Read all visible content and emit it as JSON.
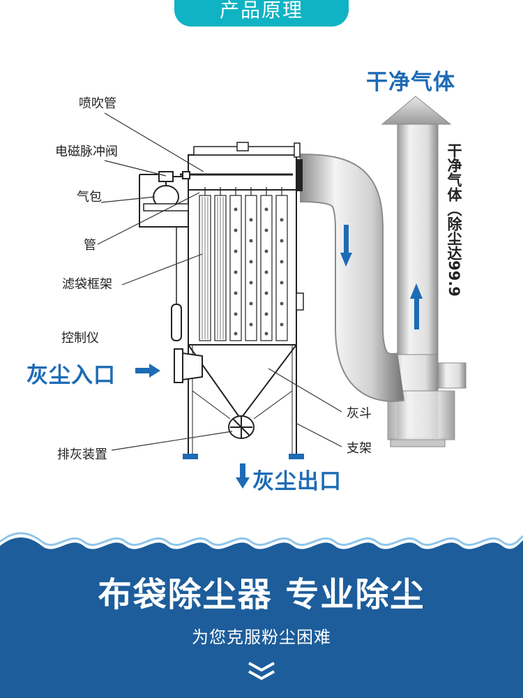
{
  "header": {
    "title": "产品原理"
  },
  "labels": {
    "spray_pipe": "喷吹管",
    "pulse_valve": "电磁脉冲阀",
    "air_bag": "气包",
    "pipe": "管",
    "bag_frame": "滤袋框架",
    "controller": "控制仪",
    "dust_inlet": "灰尘入口",
    "clean_gas": "干净气体",
    "clean_gas_vertical": "干净气体（除尘达99.9",
    "hopper": "灰斗",
    "support": "支架",
    "discharge": "排灰装置",
    "dust_outlet": "灰尘出口"
  },
  "banner": {
    "headline": "布袋除尘器  专业除尘",
    "subtitle": "为您克服粉尘困难"
  },
  "colors": {
    "teal": "#0fb3c4",
    "blue": "#1d6bb5",
    "banner": "#1d5d9b"
  }
}
